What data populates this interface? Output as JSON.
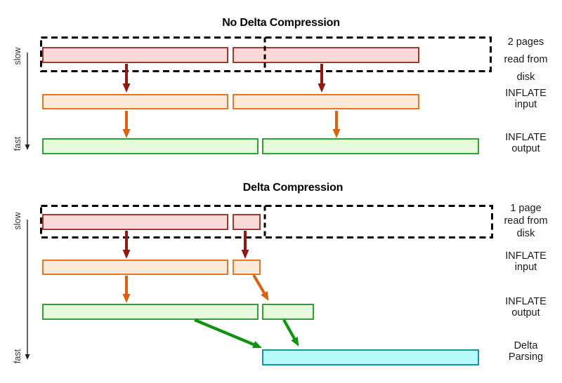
{
  "palette": {
    "bar_red_fill": "#fcd9d9",
    "bar_red_stroke": "#9e3a30",
    "bar_orange_fill": "#fcead9",
    "bar_orange_stroke": "#de792c",
    "bar_green_fill": "#e6fbdc",
    "bar_green_stroke": "#32a032",
    "bar_cyan_fill": "#b6fbfd",
    "bar_cyan_stroke": "#14969f",
    "arrow_dark_red": "#8e1a12",
    "arrow_orange": "#d96211",
    "arrow_green": "#109410",
    "dashed_box": "#000000",
    "text": "#000000"
  },
  "axis": {
    "slow_label": "slow",
    "fast_label": "fast"
  },
  "sections": {
    "no_delta": {
      "title": "No Delta Compression",
      "disk_label": "2 pages\nread from\ndisk",
      "inflate_input_label": "INFLATE\ninput",
      "inflate_output_label": "INFLATE\noutput"
    },
    "delta": {
      "title": "Delta Compression",
      "disk_label": "1 page\nread from\ndisk",
      "inflate_input_label": "INFLATE\ninput",
      "inflate_output_label": "INFLATE\noutput",
      "delta_parsing_label": "Delta\nParsing"
    }
  }
}
